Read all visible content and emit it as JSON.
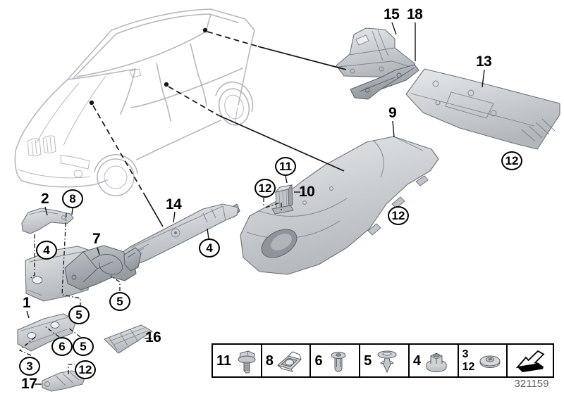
{
  "drawing_number": "321159",
  "callouts": [
    {
      "label": "15"
    },
    {
      "label": "18"
    },
    {
      "label": "13"
    },
    {
      "label": "9"
    },
    {
      "label": "12"
    },
    {
      "label": "11"
    },
    {
      "label": "10"
    },
    {
      "label": "12"
    },
    {
      "label": "12"
    },
    {
      "label": "2"
    },
    {
      "label": "8"
    },
    {
      "label": "14"
    },
    {
      "label": "4"
    },
    {
      "label": "7"
    },
    {
      "label": "4"
    },
    {
      "label": "1"
    },
    {
      "label": "5"
    },
    {
      "label": "5"
    },
    {
      "label": "6"
    },
    {
      "label": "5"
    },
    {
      "label": "3"
    },
    {
      "label": "12"
    },
    {
      "label": "17"
    },
    {
      "label": "16"
    }
  ],
  "legend": {
    "cells": [
      {
        "label": "11",
        "icon": "hex-flange-screw-icon"
      },
      {
        "label": "8",
        "icon": "cage-nut-clip-icon"
      },
      {
        "label": "6",
        "icon": "expansion-rivet-icon"
      },
      {
        "label": "5",
        "icon": "push-pin-clip-icon"
      },
      {
        "label": "4",
        "icon": "plastic-hex-nut-icon"
      },
      {
        "label": "3",
        "label2": "12",
        "icon": "sealing-washer-icon"
      },
      {
        "icon": "direction-arrow-icon"
      }
    ]
  }
}
